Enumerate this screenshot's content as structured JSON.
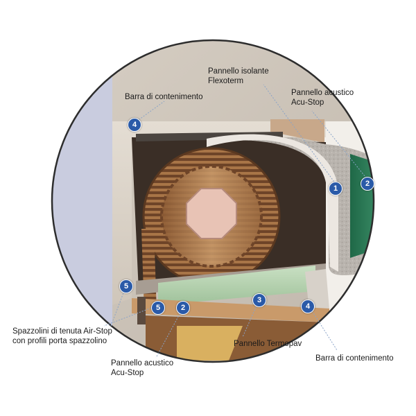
{
  "labels": {
    "flexoterm": {
      "line1": "Pannello isolante",
      "line2": "Flexoterm"
    },
    "acustop_top": {
      "line1": "Pannello acustico",
      "line2": "Acu-Stop"
    },
    "barra_top": "Barra di contenimento",
    "airstop": {
      "line1": "Spazzolini di tenuta Air-Stop",
      "line2": "con profili porta spazzolino"
    },
    "acustop_bottom": {
      "line1": "Pannello acustico",
      "line2": "Acu-Stop"
    },
    "termopav": "Pannello Termopav",
    "barra_bottom": "Barra di contenimento"
  },
  "badges": {
    "b1": "1",
    "b2a": "2",
    "b2b": "2",
    "b3": "3",
    "b4a": "4",
    "b4b": "4",
    "b5a": "5",
    "b5b": "5"
  },
  "colors": {
    "badge": "#2a5aa8",
    "wall": "#cfc7bd",
    "wood": "#c99a6a",
    "felt": "#b8b3ad",
    "acoustic_green": "#2e7a58",
    "termopav": "#b4d2b0",
    "shaft": "#e9c2b4"
  }
}
